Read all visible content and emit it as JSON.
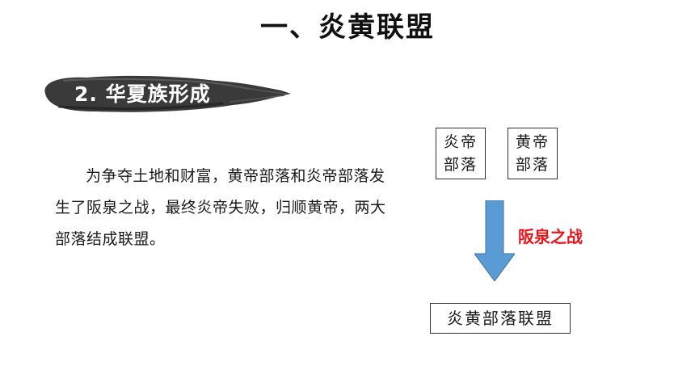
{
  "title": "一、炎黄联盟",
  "section": {
    "heading": "2. 华夏族形成"
  },
  "paragraph": "为争夺土地和财富，黄帝部落和炎帝部落发生了阪泉之战，最终炎帝失败，归顺黄帝，两大部落结成联盟。",
  "diagram": {
    "tribe_left": {
      "line1": "炎帝",
      "line2": "部落"
    },
    "tribe_right": {
      "line1": "黄帝",
      "line2": "部落"
    },
    "event_label": "阪泉之战",
    "result": "炎黄部落联盟"
  },
  "colors": {
    "arrow": "#5b9bd5",
    "event_label": "#e8161c",
    "brush": "#3a3a3a"
  },
  "icons": {
    "arrow": "down-arrow-icon",
    "banner": "ink-brush-stroke"
  }
}
